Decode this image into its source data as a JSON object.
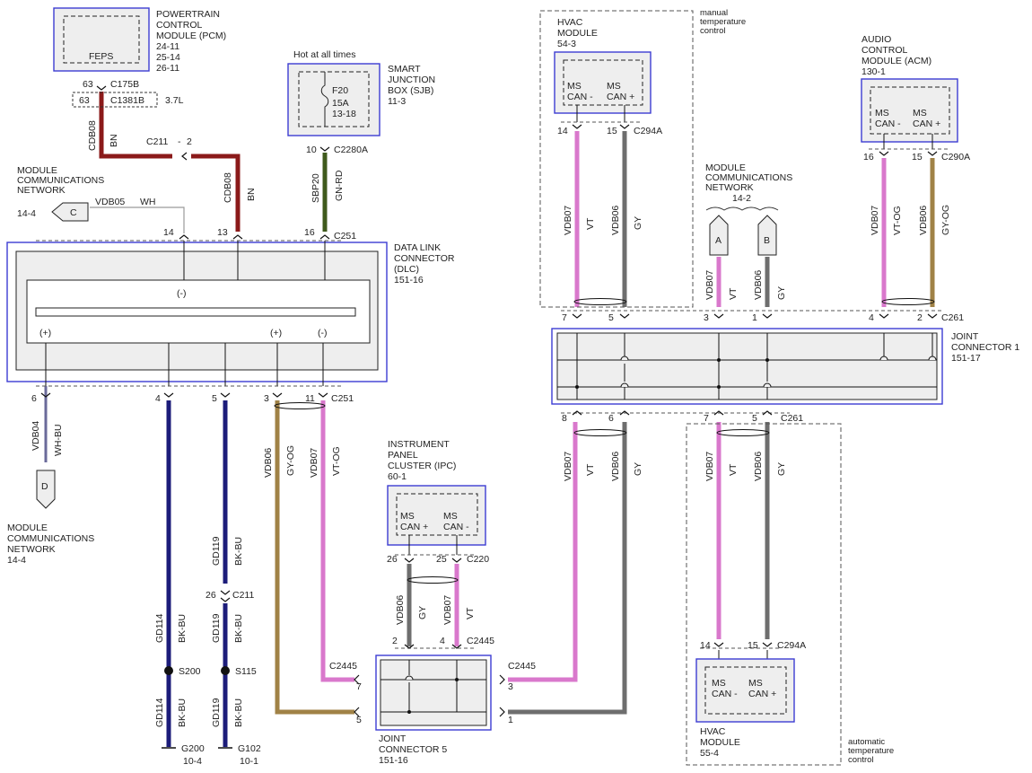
{
  "colors": {
    "module_border": "#3c3cd2",
    "BN": "#8b1a1a",
    "GN-RD": "#3f5a1c",
    "VT": "#d978cc",
    "GY": "#6e6e6e",
    "GY-OG": "#a08246",
    "BK-BU": "#1c1c7a",
    "WH-BU": "#6a6a9a",
    "WH": "#9a9a9a"
  },
  "modules": {
    "pcm": {
      "name_l1": "POWERTRAIN",
      "name_l2": "CONTROL",
      "name_l3": "MODULE (PCM)",
      "ref_1": "24-11",
      "ref_2": "25-14",
      "ref_3": "26-11",
      "inner": "FEPS"
    },
    "sjb": {
      "header": "Hot at all times",
      "name_l1": "SMART",
      "name_l2": "JUNCTION",
      "name_l3": "BOX (SJB)",
      "ref": "11-3",
      "fuse": "F20",
      "amps": "15A",
      "fuse_ref": "13-18"
    },
    "dlc": {
      "name_l1": "DATA LINK",
      "name_l2": "CONNECTOR",
      "name_l3": "(DLC)",
      "ref": "151-16",
      "minus_top": "(-)",
      "plus_left": "(+)",
      "plus_right": "(+)",
      "minus_right": "(-)"
    },
    "hvac_manual": {
      "name_l1": "HVAC",
      "name_l2": "MODULE",
      "ref": "54-3",
      "note_l1": "manual",
      "note_l2": "temperature",
      "note_l3": "control",
      "p1_l1": "MS",
      "p1_l2": "CAN -",
      "p2_l1": "MS",
      "p2_l2": "CAN +"
    },
    "acm": {
      "name_l1": "AUDIO",
      "name_l2": "CONTROL",
      "name_l3": "MODULE (ACM)",
      "ref": "130-1",
      "p1_l1": "MS",
      "p1_l2": "CAN -",
      "p2_l1": "MS",
      "p2_l2": "CAN +"
    },
    "jc1": {
      "name_l1": "JOINT",
      "name_l2": "CONNECTOR 1",
      "ref": "151-17"
    },
    "ipc": {
      "name_l1": "INSTRUMENT",
      "name_l2": "PANEL",
      "name_l3": "CLUSTER (IPC)",
      "ref": "60-1",
      "p1_l1": "MS",
      "p1_l2": "CAN +",
      "p2_l1": "MS",
      "p2_l2": "CAN -"
    },
    "jc5": {
      "name_l1": "JOINT",
      "name_l2": "CONNECTOR 5",
      "ref": "151-16"
    },
    "hvac_auto": {
      "name_l1": "HVAC",
      "name_l2": "MODULE",
      "ref": "55-4",
      "note_l1": "automatic",
      "note_l2": "temperature",
      "note_l3": "control",
      "p1_l1": "MS",
      "p1_l2": "CAN -",
      "p2_l1": "MS",
      "p2_l2": "CAN +"
    }
  },
  "networks": {
    "top_left": {
      "l1": "MODULE",
      "l2": "COMMUNICATIONS",
      "l3": "NETWORK",
      "ref": "14-4",
      "letter": "C"
    },
    "mid": {
      "l1": "MODULE",
      "l2": "COMMUNICATIONS",
      "l3": "NETWORK",
      "ref": "14-2",
      "letter_a": "A",
      "letter_b": "B"
    },
    "bottom_left": {
      "l1": "MODULE",
      "l2": "COMMUNICATIONS",
      "l3": "NETWORK",
      "ref": "14-4",
      "letter": "D"
    }
  },
  "connectors": {
    "c175b": "C175B",
    "c1381b": "C1381B",
    "engine": "3.7L",
    "c211_top": "C211",
    "c211_top_pin": "2",
    "c2280a": "C2280A",
    "c251": "C251",
    "c294a": "C294A",
    "c290a": "C290A",
    "c261": "C261",
    "c220": "C220",
    "c2445": "C2445",
    "c211": "C211",
    "s200": "S200",
    "s115": "S115",
    "g200": "G200",
    "g200_ref": "10-4",
    "g102": "G102",
    "g102_ref": "10-1"
  },
  "pins": {
    "pcm_63": "63",
    "pcm_63b": "63",
    "sjb_10": "10",
    "dlc_14": "14",
    "dlc_13": "13",
    "dlc_16": "16",
    "dlc_6": "6",
    "dlc_4": "4",
    "dlc_5": "5",
    "dlc_3": "3",
    "dlc_11": "11",
    "hm_14": "14",
    "hm_15": "15",
    "acm_16": "16",
    "acm_15": "15",
    "jc1_7": "7",
    "jc1_5": "5",
    "jc1_3": "3",
    "jc1_1": "1",
    "jc1_4": "4",
    "jc1_2": "2",
    "jc1_8": "8",
    "jc1_6": "6",
    "jc1_7b": "7",
    "jc1_5b": "5",
    "ha_14": "14",
    "ha_15": "15",
    "ipc_26": "26",
    "ipc_25": "25",
    "jc5_2": "2",
    "jc5_4": "4",
    "jc5_7": "7",
    "jc5_5": "5",
    "jc5_3": "3",
    "jc5_1": "1",
    "c211_26": "26"
  },
  "circuits": {
    "cdb08": "CDB08",
    "bn": "BN",
    "vdb05": "VDB05",
    "wh": "WH",
    "sbp20": "SBP20",
    "gnrd": "GN-RD",
    "vdb07": "VDB07",
    "vdb06": "VDB06",
    "vt": "VT",
    "gy": "GY",
    "vtog": "VT-OG",
    "gyog": "GY-OG",
    "vdb04": "VDB04",
    "whbu": "WH-BU",
    "gd114": "GD114",
    "gd119": "GD119",
    "bkbu": "BK-BU"
  }
}
